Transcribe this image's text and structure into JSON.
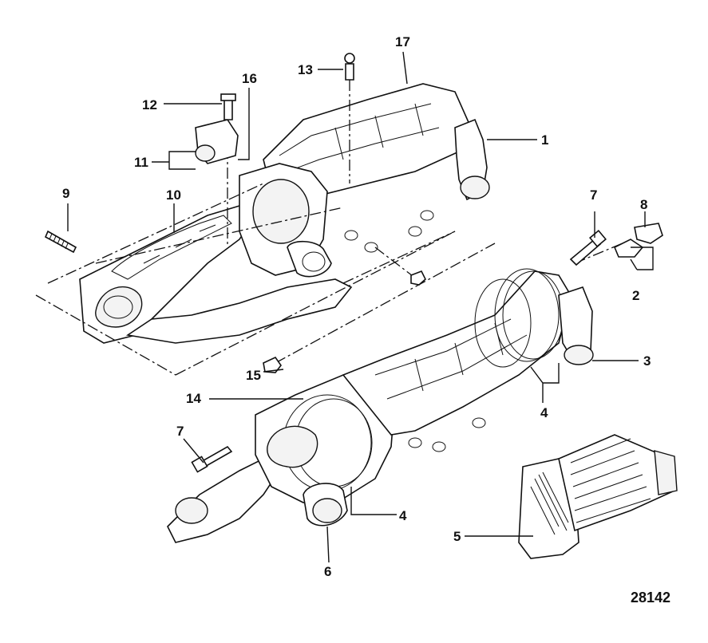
{
  "callouts": {
    "c1": "1",
    "c2": "2",
    "c3": "3",
    "c4a": "4",
    "c4b": "4",
    "c5": "5",
    "c6": "6",
    "c7a": "7",
    "c7b": "7",
    "c8": "8",
    "c9": "9",
    "c10": "10",
    "c11": "11",
    "c12": "12",
    "c13": "13",
    "c14": "14",
    "c15": "15",
    "c16": "16",
    "c17": "17"
  },
  "reference_number": "28142"
}
